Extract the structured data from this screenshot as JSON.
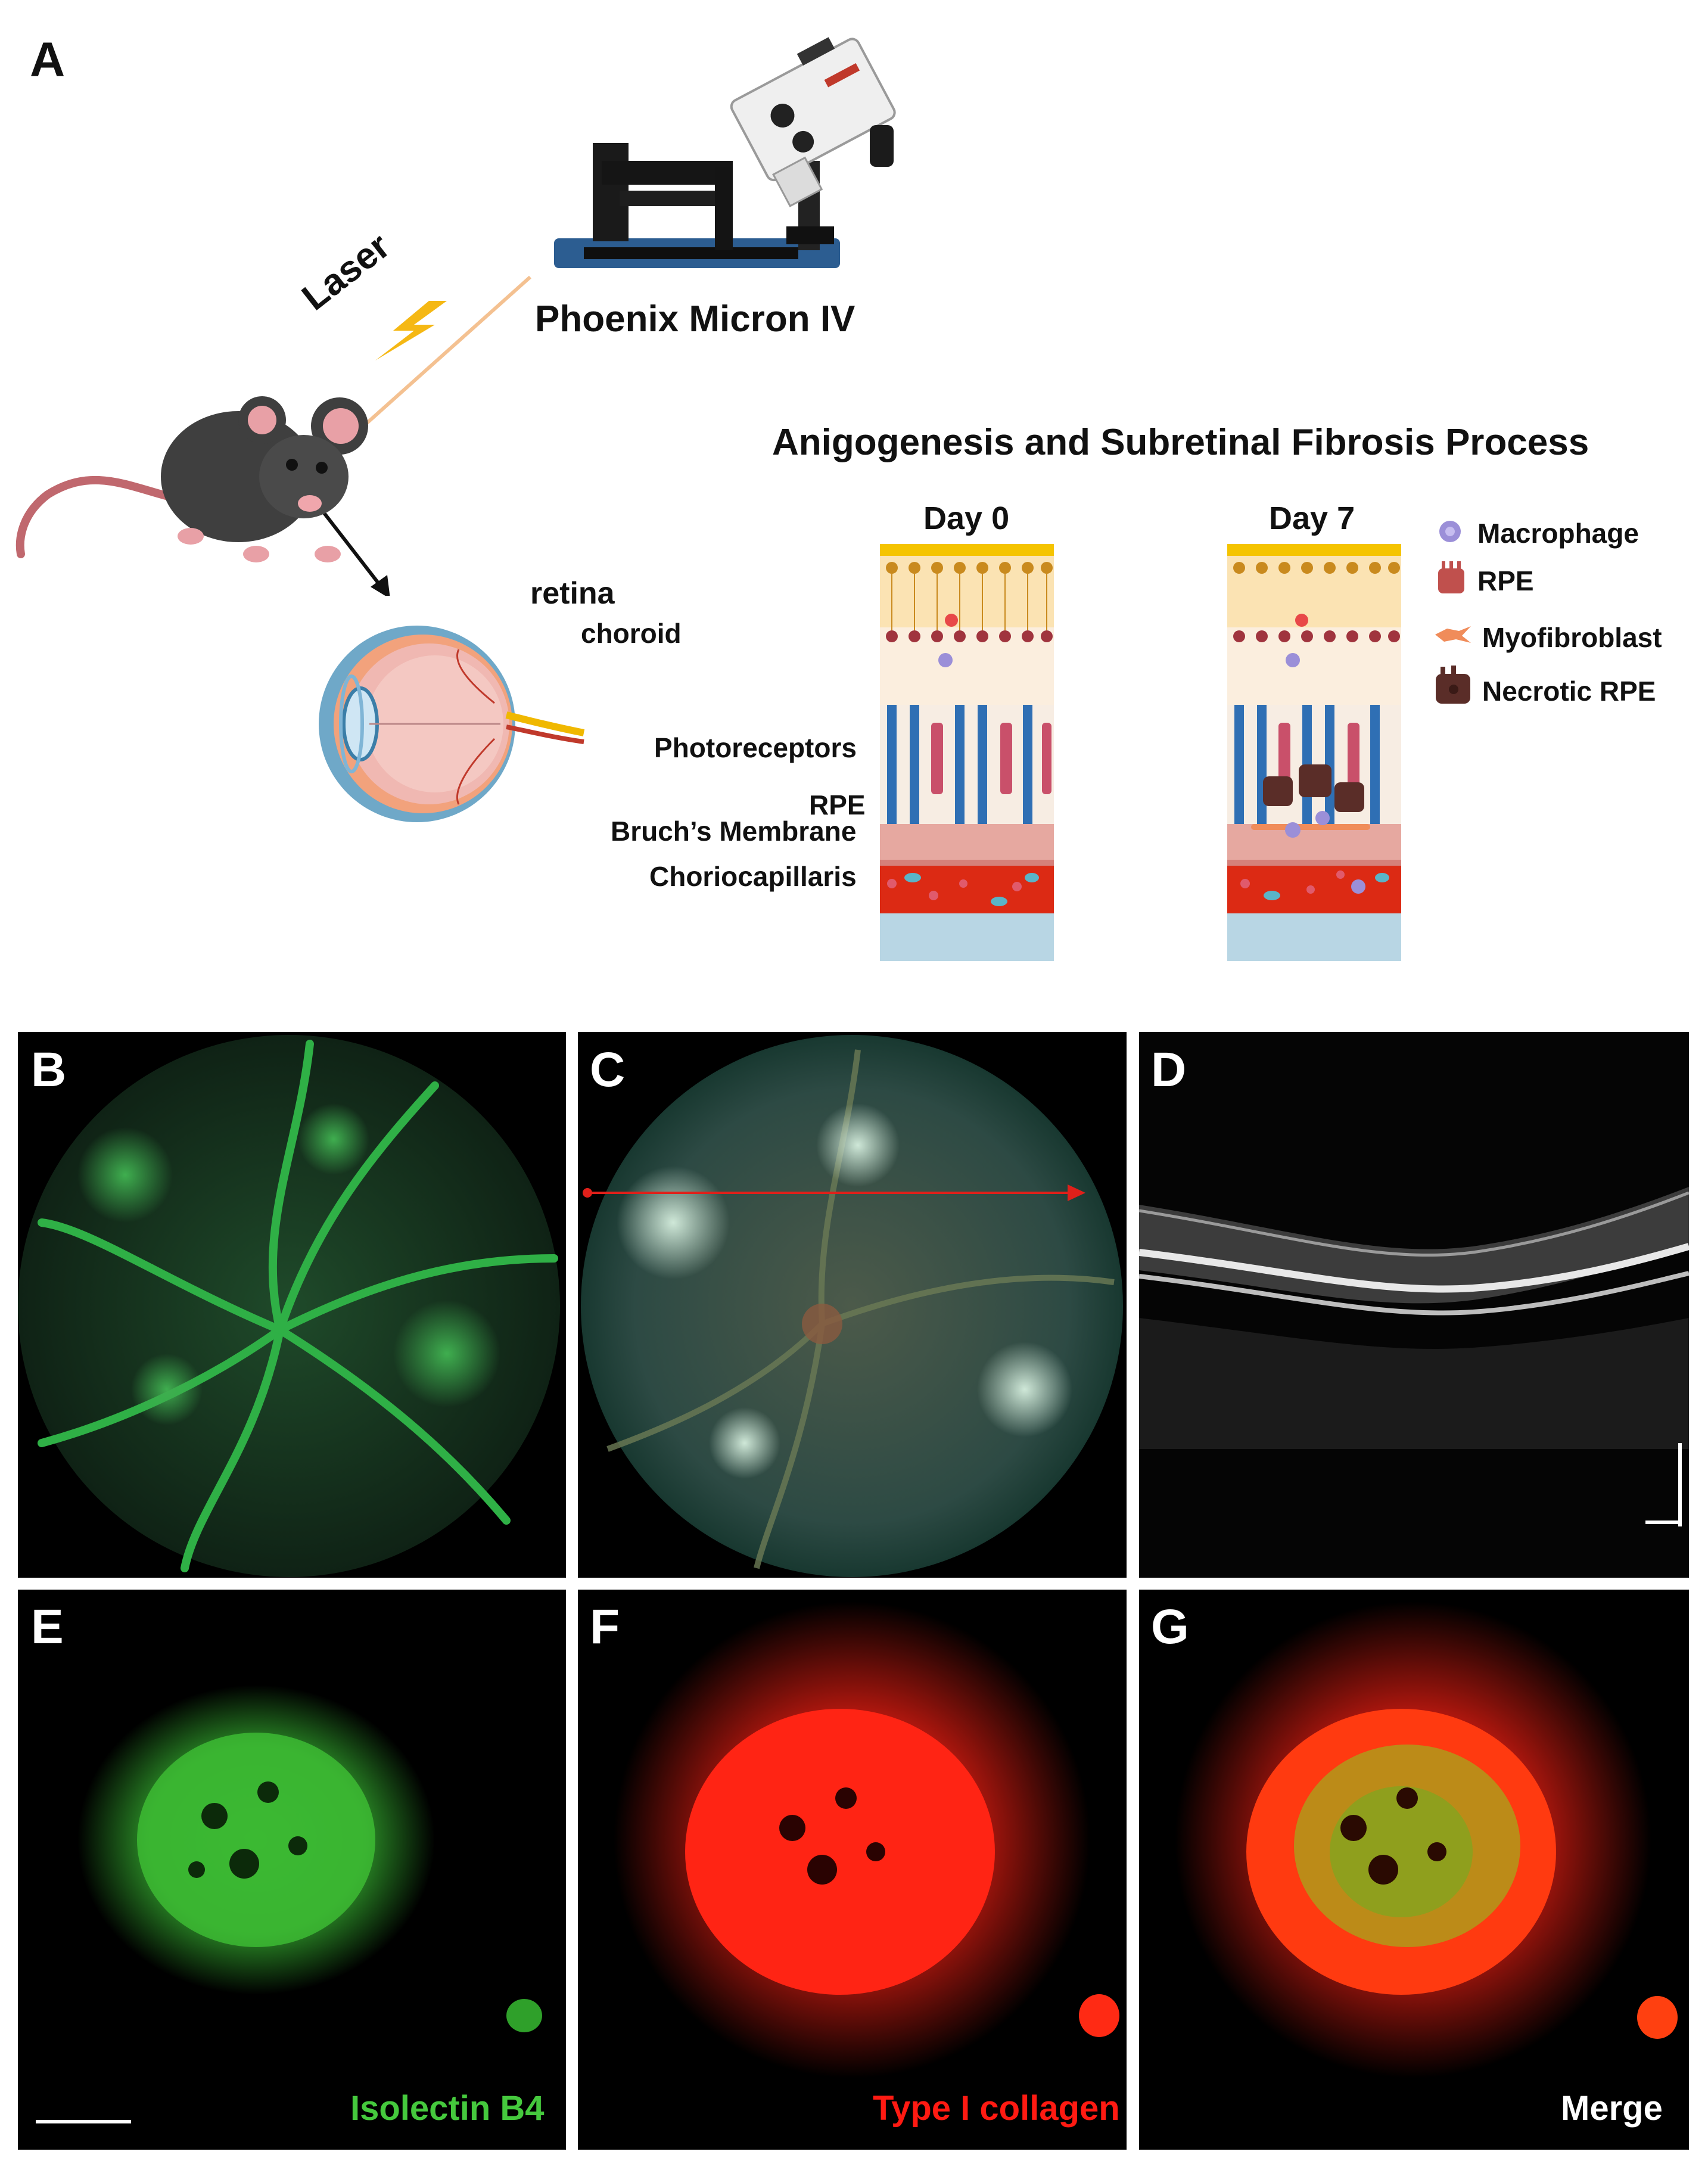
{
  "panels": {
    "a": "A",
    "b": "B",
    "c": "C",
    "d": "D",
    "e": "E",
    "f": "F",
    "g": "G"
  },
  "schematic": {
    "device_label": "Phoenix Micron IV",
    "laser_label": "Laser",
    "process_title": "Anigogenesis and Subretinal Fibrosis Process",
    "day0": "Day 0",
    "day7": "Day 7",
    "eye_labels": {
      "retina": "retina",
      "choroid": "choroid"
    },
    "layer_labels": {
      "photoreceptors": "Photoreceptors",
      "rpe": "RPE",
      "bruch": "Bruch’s Membrane",
      "choriocapillaris": "Choriocapillaris"
    },
    "legend": [
      {
        "label": "Macrophage",
        "icon": "macrophage-icon",
        "color": "#9b8fd8"
      },
      {
        "label": "RPE",
        "icon": "rpe-cell-icon",
        "color": "#c0504d"
      },
      {
        "label": "Myofibroblast",
        "icon": "myofibroblast-icon",
        "color": "#f08c5a"
      },
      {
        "label": "Necrotic RPE",
        "icon": "necrotic-rpe-icon",
        "color": "#5a2d28"
      }
    ]
  },
  "micrographs": {
    "e_label": "Isolectin B4",
    "f_label": "Type I collagen",
    "g_label": "Merge",
    "colors": {
      "isolectin": "#45c93d",
      "collagen": "#ff1a12",
      "merge": "#ffffff"
    }
  }
}
